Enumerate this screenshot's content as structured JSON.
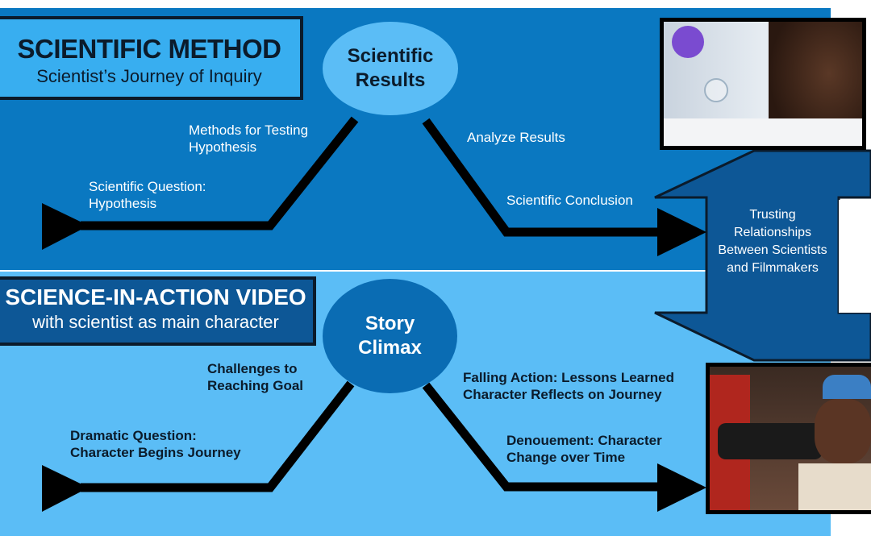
{
  "top_panel": {
    "title": "SCIENTIFIC METHOD",
    "subtitle": "Scientist’s Journey of Inquiry",
    "peak": "Scientific Results",
    "labels": {
      "start": "Scientific Question: Hypothesis",
      "rise": "Methods for Testing Hypothesis",
      "fall": "Analyze Results",
      "end": "Scientific Conclusion"
    },
    "color": "#0a78c1"
  },
  "bottom_panel": {
    "title": "SCIENCE-IN-ACTION VIDEO",
    "subtitle": "with scientist as main character",
    "peak": "Story Climax",
    "labels": {
      "start": "Dramatic Question: Character Begins Journey",
      "rise": "Challenges to Reaching Goal",
      "fall": "Falling Action: Lessons Learned Character Reflects on Journey",
      "end": "Denouement: Character Change over Time"
    },
    "color": "#5bbdf6"
  },
  "connector": {
    "text": "Trusting Relationships Between Scientists and Filmmakers",
    "color": "#0d5796"
  }
}
